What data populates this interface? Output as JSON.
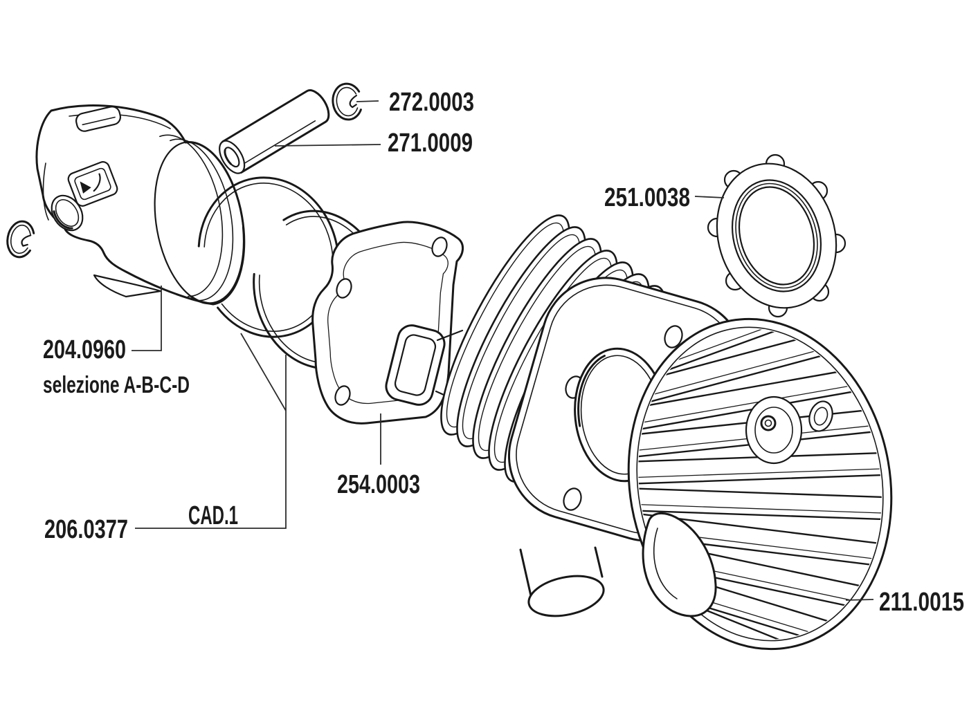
{
  "page": {
    "background": "#ffffff",
    "ink_color": "#181818",
    "description": "Exploded parts diagram of a scooter cylinder kit"
  },
  "parts": [
    {
      "id": "wrist-pin-circlip",
      "label": "272.0003"
    },
    {
      "id": "piston-pin",
      "label": "271.0009"
    },
    {
      "id": "head-gasket",
      "label": "251.0038"
    },
    {
      "id": "piston",
      "label": "204.0960",
      "note": "selezione A-B-C-D"
    },
    {
      "id": "base-gasket",
      "label": "254.0003"
    },
    {
      "id": "piston-rings",
      "label": "206.0377",
      "note": "CAD.1"
    },
    {
      "id": "cylinder-head",
      "label": "211.0015"
    }
  ]
}
